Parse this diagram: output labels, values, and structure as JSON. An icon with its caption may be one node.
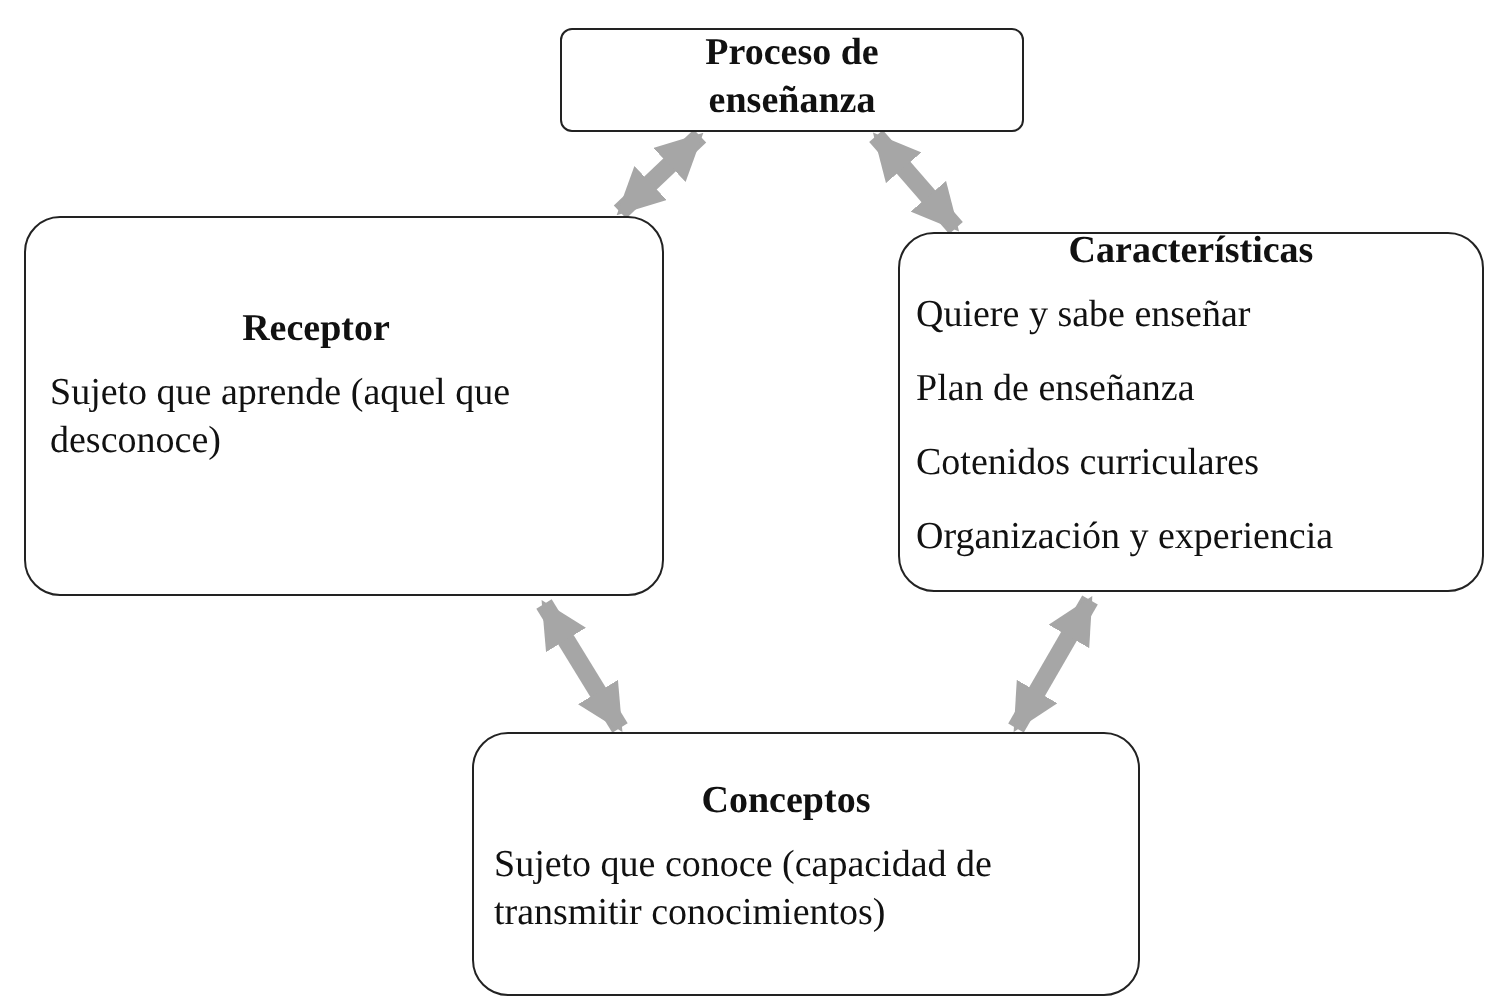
{
  "diagram": {
    "nodes": [
      {
        "text": [
          "Proceso de enseñanza"
        ]
      },
      {
        "text": [
          "Receptor",
          "Sujeto que aprende (aquel que desconoce)"
        ]
      },
      {
        "text": [
          "Características",
          "Quiere y sabe enseñar",
          "Plan de enseñanza",
          "Cotenidos curriculares",
          "Organización y experiencia"
        ]
      },
      {
        "text": [
          "Conceptos",
          "Sujeto que conoce (capacidad de transmitir conocimientos)"
        ]
      }
    ],
    "edges": [
      {
        "from": 0,
        "to": 1,
        "arrow": "both"
      },
      {
        "from": 0,
        "to": 2,
        "arrow": "both"
      },
      {
        "from": 1,
        "to": 3,
        "arrow": "both"
      },
      {
        "from": 2,
        "to": 3,
        "arrow": "both"
      }
    ]
  }
}
